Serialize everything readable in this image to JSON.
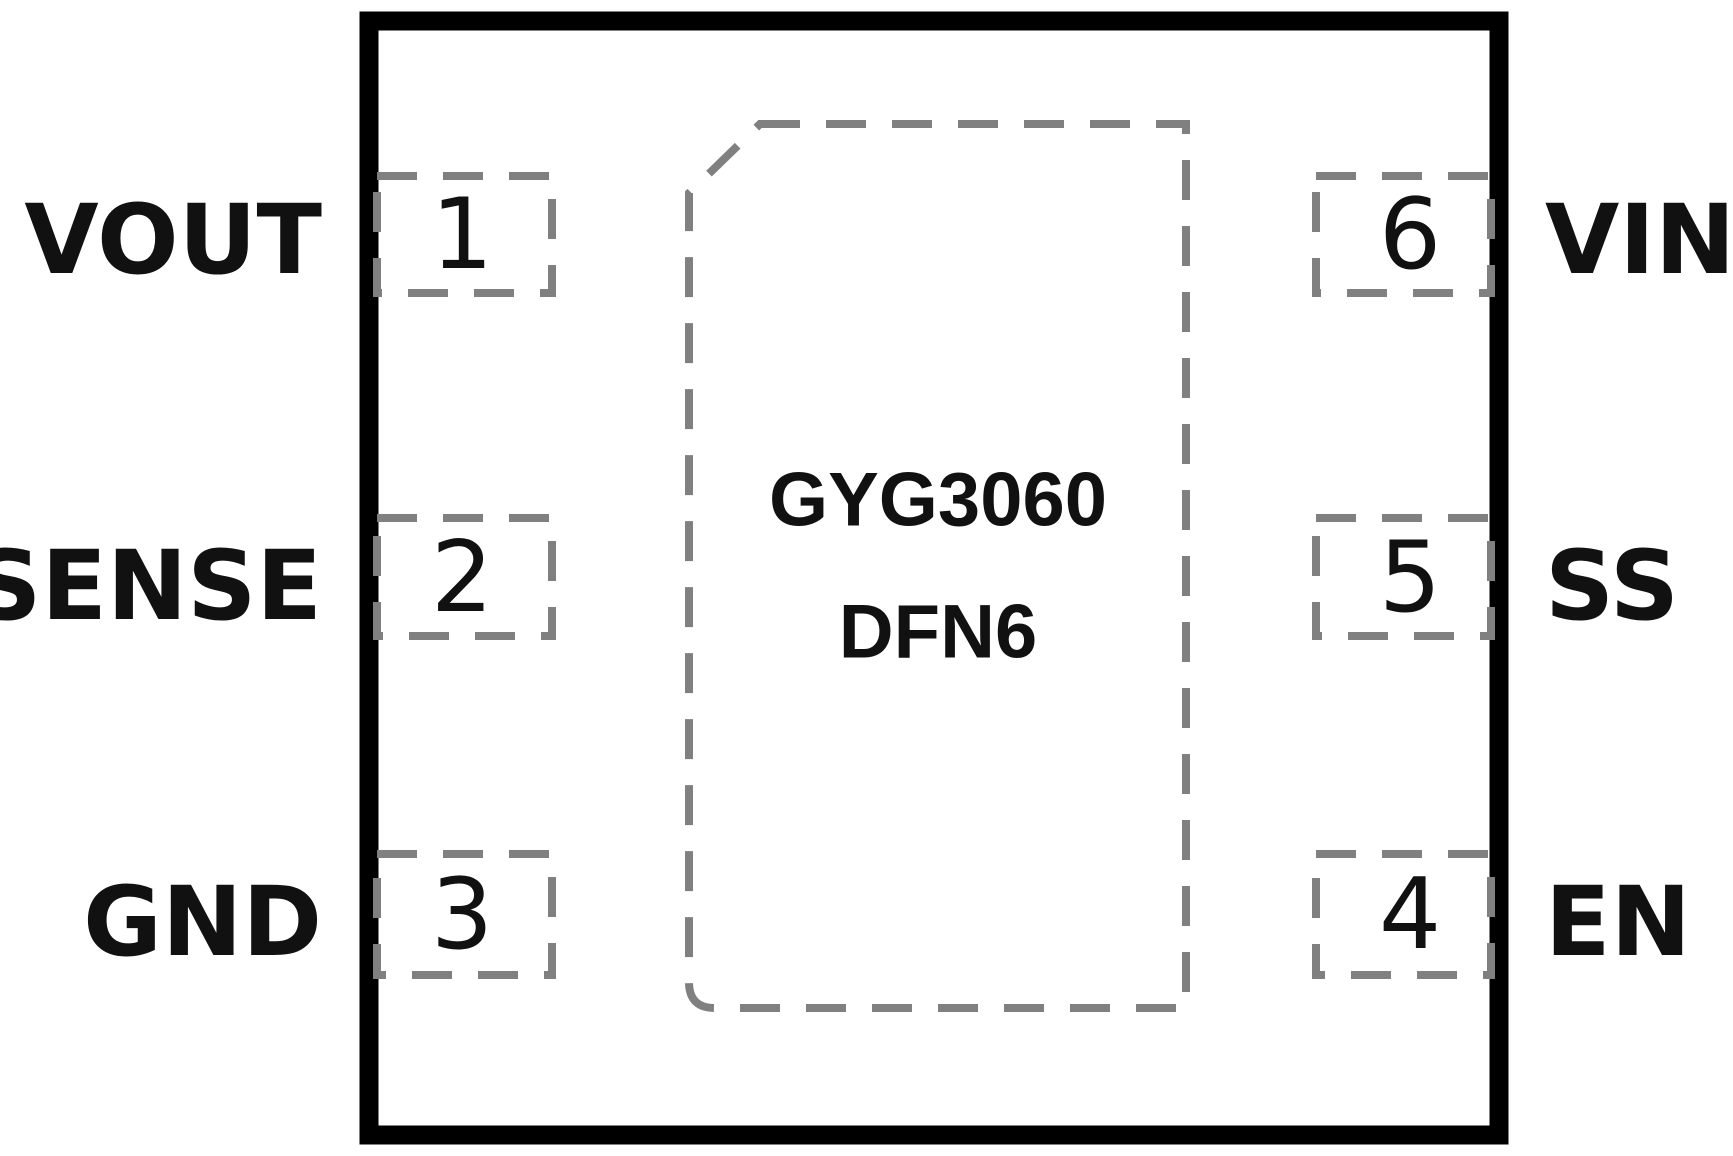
{
  "package": {
    "part_number": "GYG3060",
    "package_type": "DFN6"
  },
  "pins": [
    {
      "number": "1",
      "name": "VOUT",
      "side": "left"
    },
    {
      "number": "2",
      "name": "SENSE",
      "side": "left"
    },
    {
      "number": "3",
      "name": "GND",
      "side": "left"
    },
    {
      "number": "4",
      "name": "EN",
      "side": "right"
    },
    {
      "number": "5",
      "name": "SS",
      "side": "right"
    },
    {
      "number": "6",
      "name": "VIN",
      "side": "right"
    }
  ],
  "colors": {
    "outline": "#000000",
    "dashed_pad": "#808080",
    "text": "#111111"
  }
}
